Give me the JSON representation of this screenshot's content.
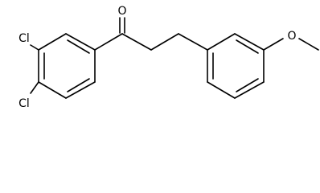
{
  "molecule": {
    "atoms": {
      "cl_top": "Cl",
      "cl_bottom": "Cl",
      "oxygen_carbonyl": "O",
      "oxygen_methoxy": "O"
    }
  }
}
